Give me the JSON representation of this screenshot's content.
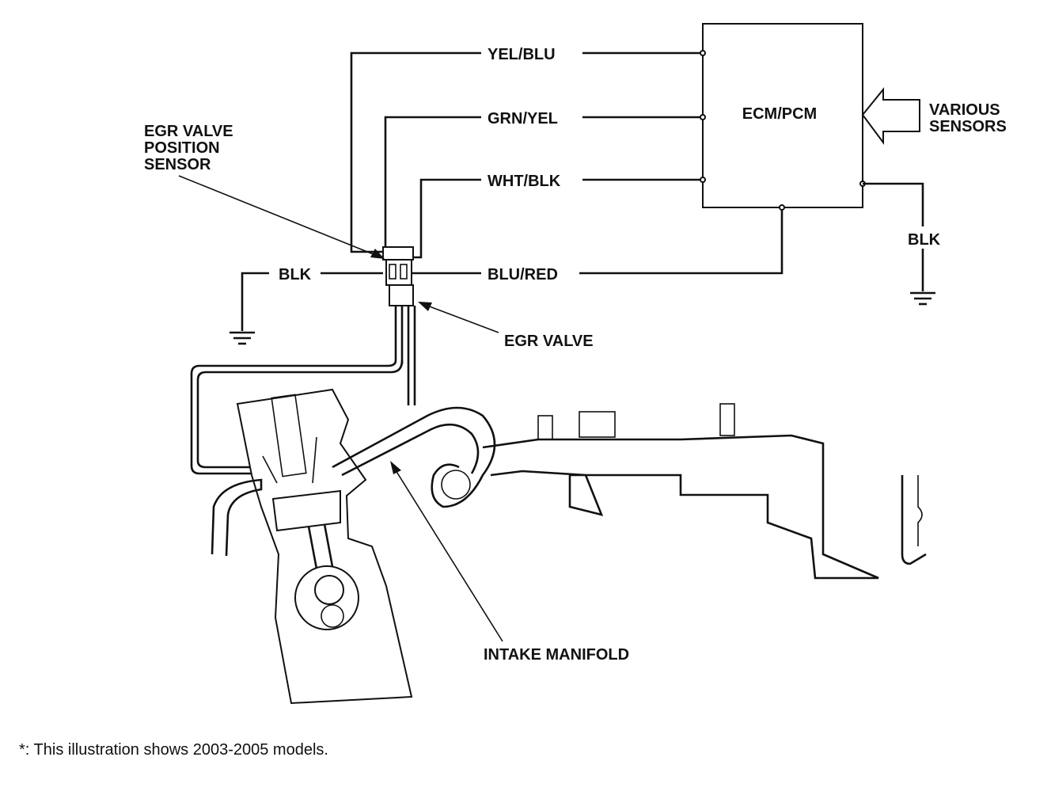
{
  "labels": {
    "ecm": "ECM/PCM",
    "various_sensors_line1": "VARIOUS",
    "various_sensors_line2": "SENSORS",
    "egr_sensor_line1": "EGR VALVE",
    "egr_sensor_line2": "POSITION",
    "egr_sensor_line3": "SENSOR",
    "egr_valve": "EGR VALVE",
    "intake_manifold": "INTAKE MANIFOLD"
  },
  "wires": {
    "yel_blu": "YEL/BLU",
    "grn_yel": "GRN/YEL",
    "wht_blk": "WHT/BLK",
    "blu_red": "BLU/RED",
    "blk_left": "BLK",
    "blk_right": "BLK"
  },
  "footnote": "*: This illustration shows 2003-2005 models.",
  "colors": {
    "ink": "#111111",
    "background": "#ffffff"
  }
}
